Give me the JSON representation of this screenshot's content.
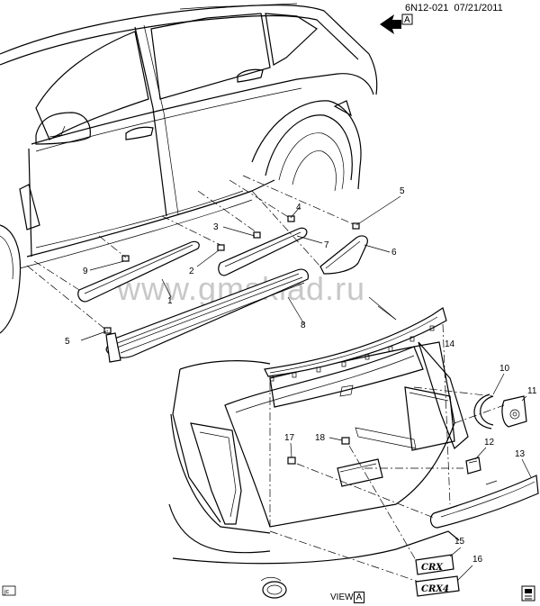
{
  "header": {
    "code": "6N12-021",
    "date": "07/21/2011",
    "view_arrow_letter": "A"
  },
  "watermark": "www.gmsklad.ru",
  "view_label": {
    "prefix": "VIEW",
    "letter": "A"
  },
  "corner_tag": "jc",
  "callouts": [
    "1",
    "2",
    "3",
    "4",
    "5",
    "5",
    "6",
    "7",
    "8",
    "9",
    "10",
    "11",
    "12",
    "13",
    "14",
    "15",
    "16",
    "17",
    "18"
  ]
}
